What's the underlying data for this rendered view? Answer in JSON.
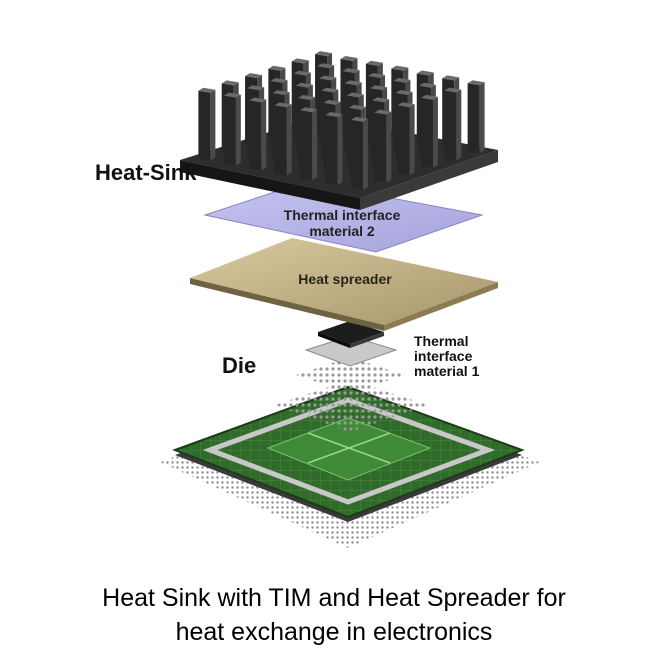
{
  "labels": {
    "heat_sink": "Heat-Sink",
    "tim2_line1": "Thermal interface",
    "tim2_line2": "material 2",
    "heat_spreader": "Heat spreader",
    "die": "Die",
    "tim1_line1": "Thermal",
    "tim1_line2": "interface",
    "tim1_line3": "material 1"
  },
  "caption": {
    "line1": "Heat Sink with TIM and Heat Spreader for",
    "line2": "heat exchange in electronics"
  },
  "colors": {
    "heat_sink": "#2b2b2b",
    "tim2": "#b6b4e8",
    "heat_spreader": "#c9b98a",
    "die": "#1c1c1c",
    "substrate": "#2f6b2a",
    "package_frame": "#b9b9b9"
  }
}
